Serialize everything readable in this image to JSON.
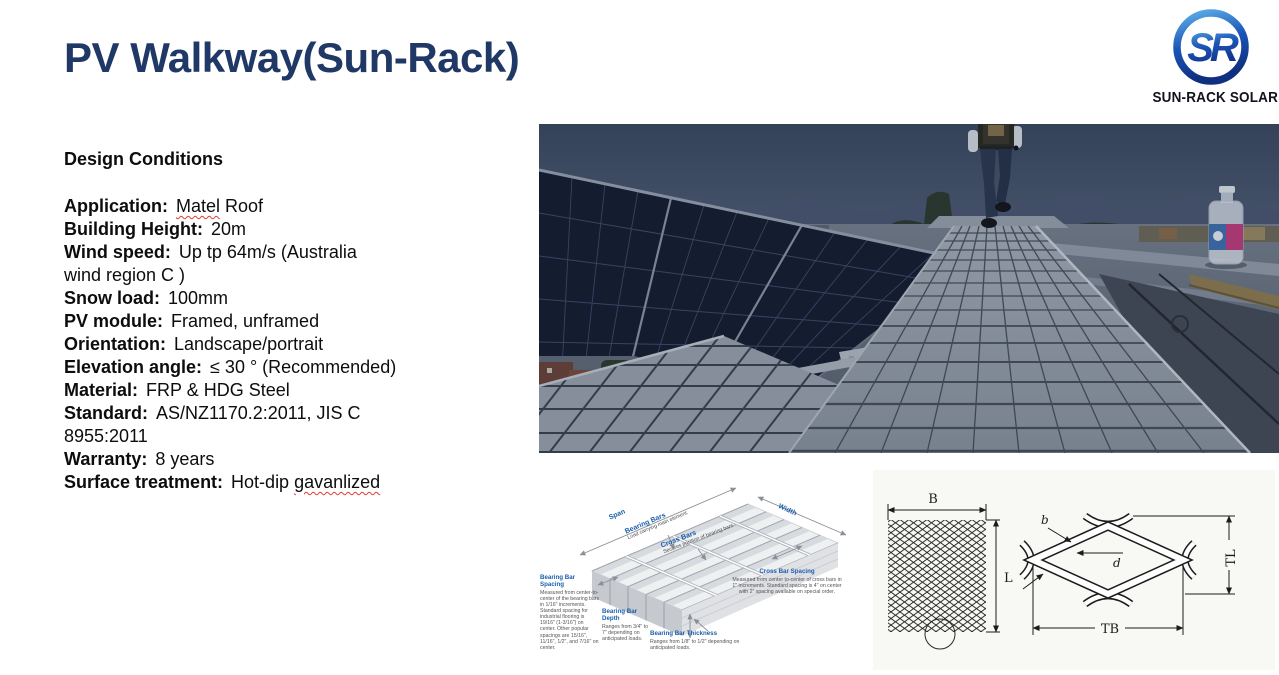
{
  "slide": {
    "title": "PV Walkway(Sun-Rack)"
  },
  "logo": {
    "monogram": "SR",
    "brand": "SUN-RACK SOLAR"
  },
  "design": {
    "heading": "Design Conditions",
    "items": [
      {
        "label": "Application:",
        "pre": "",
        "err": "Matel",
        "post": " Roof"
      },
      {
        "label": "Building Height:",
        "pre": "20m"
      },
      {
        "label": "Wind speed:",
        "pre": "Up tp 64m/s (Australia",
        "cont": "wind region C )"
      },
      {
        "label": "Snow load:",
        "pre": "100mm"
      },
      {
        "label": "PV module:",
        "pre": "Framed, unframed"
      },
      {
        "label": "Orientation:",
        "pre": "Landscape/portrait"
      },
      {
        "label": "Elevation angle:",
        "pre": "≤ 30 ° (Recommended)"
      },
      {
        "label": "Material:",
        "pre": "FRP & HDG Steel"
      },
      {
        "label": "Standard:",
        "pre": "AS/NZ1170.2:2011, JIS C",
        "cont": "8955:2011"
      },
      {
        "label": "Warranty:",
        "pre": "8 years"
      },
      {
        "label": "Surface treatment:",
        "pre": "Hot-dip ",
        "err": "gavanlized",
        "post": ""
      }
    ]
  },
  "grating_diagram": {
    "span": "Span",
    "width": "Width",
    "bearing_bars": "Bearing Bars",
    "bearing_bars_sub": "Load carrying main element.",
    "cross_bars": "Cross Bars",
    "cross_bars_sub": "Secures position of bearing bars",
    "bearing_bar_spacing_title": "Bearing Bar Spacing",
    "bearing_bar_spacing_text": "Measured from center-to-center of the bearing bars in 1/16\" increments.  Standard spacing for industrial flooring is 19/16\" (1-3/16\") on center. Other popular spacings are 15/16\", 11/16\", 1/2\", and 7/16\" on center.",
    "bearing_bar_depth_title": "Bearing Bar Depth",
    "bearing_bar_depth_text": "Ranges from 3/4\" to 7\" depending on anticipated loads.",
    "bearing_bar_thickness_title": "Bearing Bar Thickness",
    "bearing_bar_thickness_text": "Ranges from 1/8\" to 1/2\" depending on anticipated loads.",
    "cross_bar_spacing_title": "Cross Bar Spacing",
    "cross_bar_spacing_text": "Measured from center to-center of cross bars in 1\" increments.  Standard spacing is 4\" on center with 2\" spacing available on special order."
  },
  "mesh_diagram": {
    "labels": {
      "B": "B",
      "L": "L",
      "b": "b",
      "d": "d",
      "TB": "TB",
      "TL": "TL"
    }
  },
  "colors": {
    "title_navy": "#1F3866",
    "diagram_blue": "#1B5FAC",
    "spellcheck_red": "#E03C31",
    "logo_blue": "#1C55B8",
    "brand_text": "#10131C"
  }
}
